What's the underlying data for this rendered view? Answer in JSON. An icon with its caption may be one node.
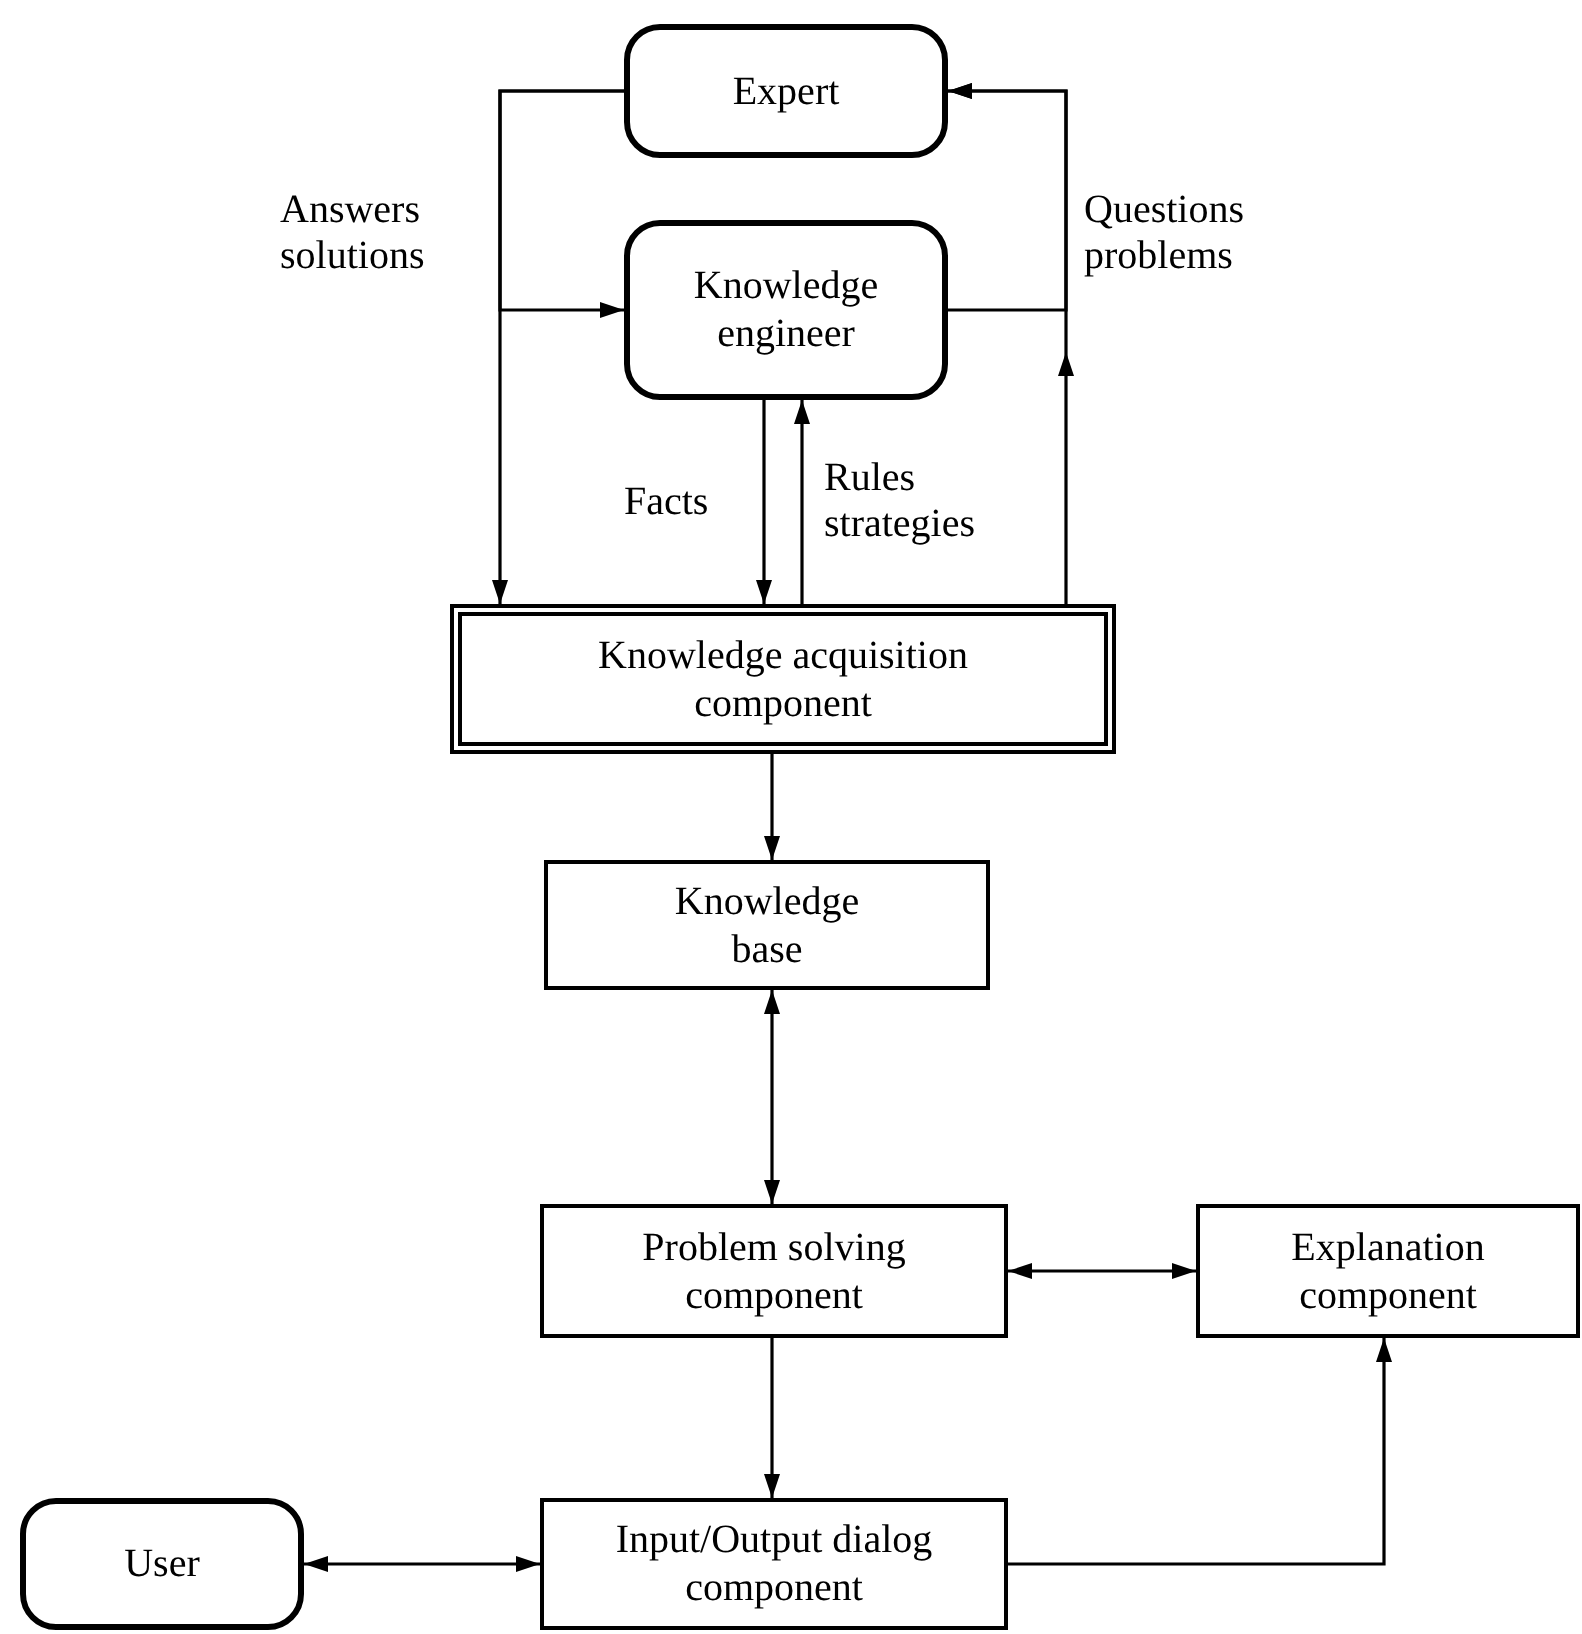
{
  "diagram": {
    "nodes": [
      {
        "text": [
          "Expert"
        ]
      },
      {
        "text": [
          "Knowledge engineer"
        ]
      },
      {
        "text": [
          "Knowledge acquisition component"
        ]
      },
      {
        "text": [
          "Knowledge base"
        ]
      },
      {
        "text": [
          "Problem solving component"
        ]
      },
      {
        "text": [
          "Explanation component"
        ]
      },
      {
        "text": [
          "User"
        ]
      },
      {
        "text": [
          "Input/Output dialog component"
        ]
      }
    ],
    "edges": [
      {
        "from": 0,
        "to": 2,
        "arrow": "to",
        "label": "Answers solutions"
      },
      {
        "from": 0,
        "to": 1,
        "arrow": "to"
      },
      {
        "from": 1,
        "to": 0,
        "arrow": "to"
      },
      {
        "from": 2,
        "to": 0,
        "arrow": "to",
        "label": "Questions problems"
      },
      {
        "from": 1,
        "to": 2,
        "arrow": "to",
        "label": "Facts"
      },
      {
        "from": 2,
        "to": 1,
        "arrow": "to",
        "label": "Rules strategies"
      },
      {
        "from": 2,
        "to": 3,
        "arrow": "to"
      },
      {
        "from": 3,
        "to": 4,
        "arrow": "both"
      },
      {
        "from": 4,
        "to": 5,
        "arrow": "both"
      },
      {
        "from": 4,
        "to": 7,
        "arrow": "to"
      },
      {
        "from": 6,
        "to": 7,
        "arrow": "both"
      },
      {
        "from": 7,
        "to": 5,
        "arrow": "to"
      }
    ]
  }
}
